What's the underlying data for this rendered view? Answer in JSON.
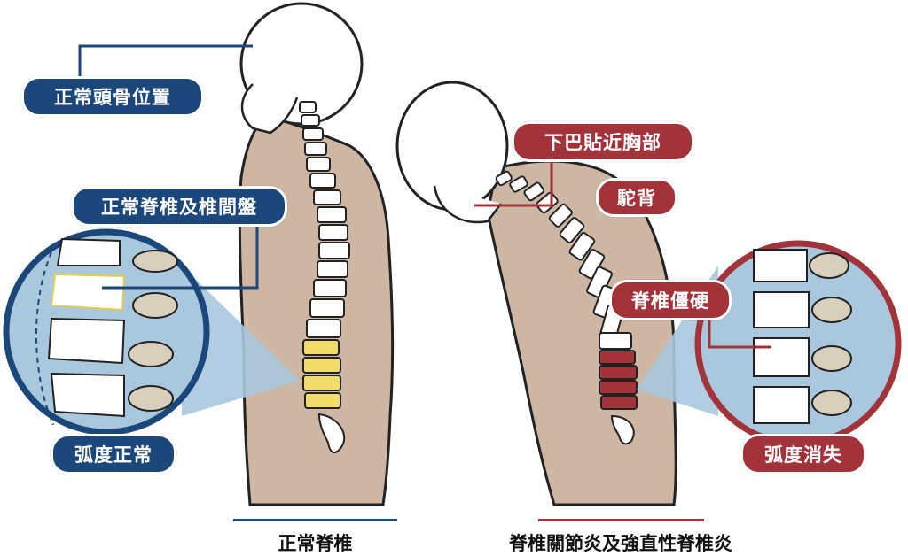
{
  "left": {
    "labels": {
      "skull": "正常頭骨位置",
      "spine": "正常脊椎及椎間盤",
      "curve": "弧度正常"
    },
    "caption": "正常脊椎",
    "color": "#1b477a",
    "highlight_color": "#f2dc6a"
  },
  "right": {
    "labels": {
      "chin": "下巴貼近胸部",
      "hunchback": "駝背",
      "stiff": "脊椎僵硬",
      "curve_lost": "弧度消失"
    },
    "caption": "脊椎關節炎及強直性脊椎炎",
    "color": "#a3333a",
    "highlight_color": "#a3333a"
  }
}
